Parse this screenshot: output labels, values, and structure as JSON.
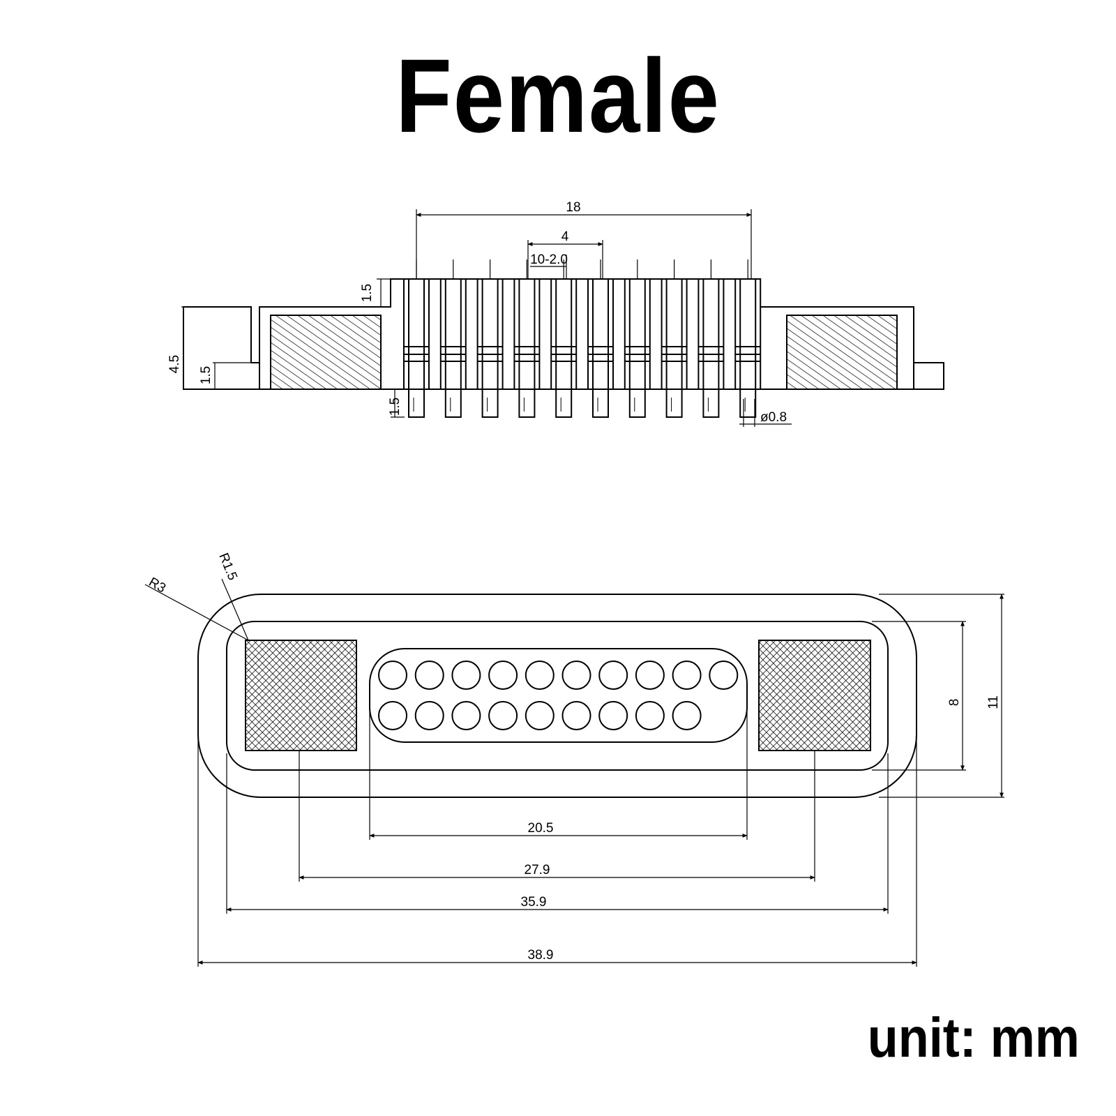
{
  "title": "Female",
  "unit_label": "unit: mm",
  "side_view": {
    "dims": {
      "width_18": "18",
      "pitch_4": "4",
      "pin_spec": "10-2.0",
      "height_15_top": "1.5",
      "height_45": "4.5",
      "height_15_flange": "1.5",
      "height_15_bottom": "1.5",
      "pin_diameter": "ø0.8"
    },
    "pin_count": 10
  },
  "top_view": {
    "dims": {
      "outer_radius": "R3",
      "inner_radius": "R1.5",
      "inner_height": "8",
      "outer_height": "11",
      "span_205": "20.5",
      "span_279": "27.9",
      "span_359": "35.9",
      "span_389": "38.9"
    },
    "row1_holes": 10,
    "row2_holes": 9
  },
  "colors": {
    "line": "#000000",
    "background": "#ffffff"
  }
}
